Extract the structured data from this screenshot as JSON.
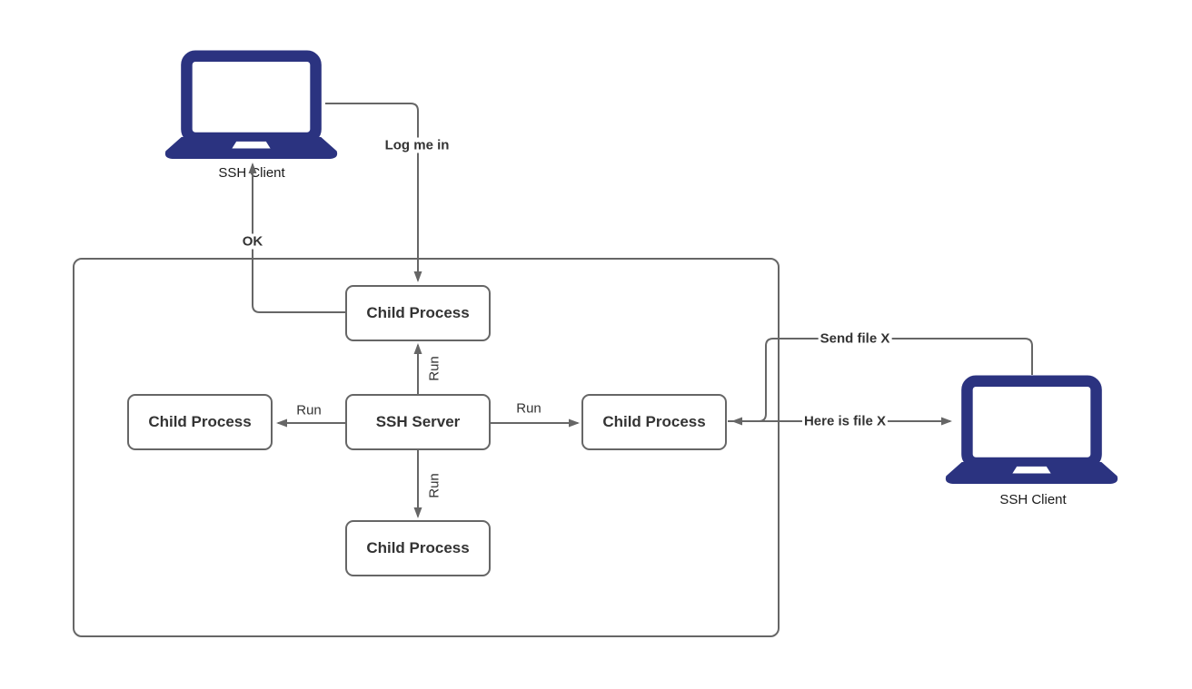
{
  "colors": {
    "laptop": "#2b3380",
    "line": "#666666",
    "node_border": "#666666",
    "text": "#333333",
    "canvas_bg": "#ffffff"
  },
  "nodes": {
    "client_left": {
      "label": "SSH Client"
    },
    "client_right": {
      "label": "SSH Client"
    },
    "server": {
      "label": "SSH Server"
    },
    "child_top": {
      "label": "Child Process"
    },
    "child_left": {
      "label": "Child Process"
    },
    "child_right": {
      "label": "Child Process"
    },
    "child_bottom": {
      "label": "Child Process"
    }
  },
  "edges": {
    "log_me_in": {
      "label": "Log me in"
    },
    "ok": {
      "label": "OK"
    },
    "run_top": {
      "label": "Run"
    },
    "run_left": {
      "label": "Run"
    },
    "run_right": {
      "label": "Run"
    },
    "run_bottom": {
      "label": "Run"
    },
    "send_file": {
      "label": "Send file X"
    },
    "here_is_file": {
      "label": "Here is file X"
    }
  }
}
